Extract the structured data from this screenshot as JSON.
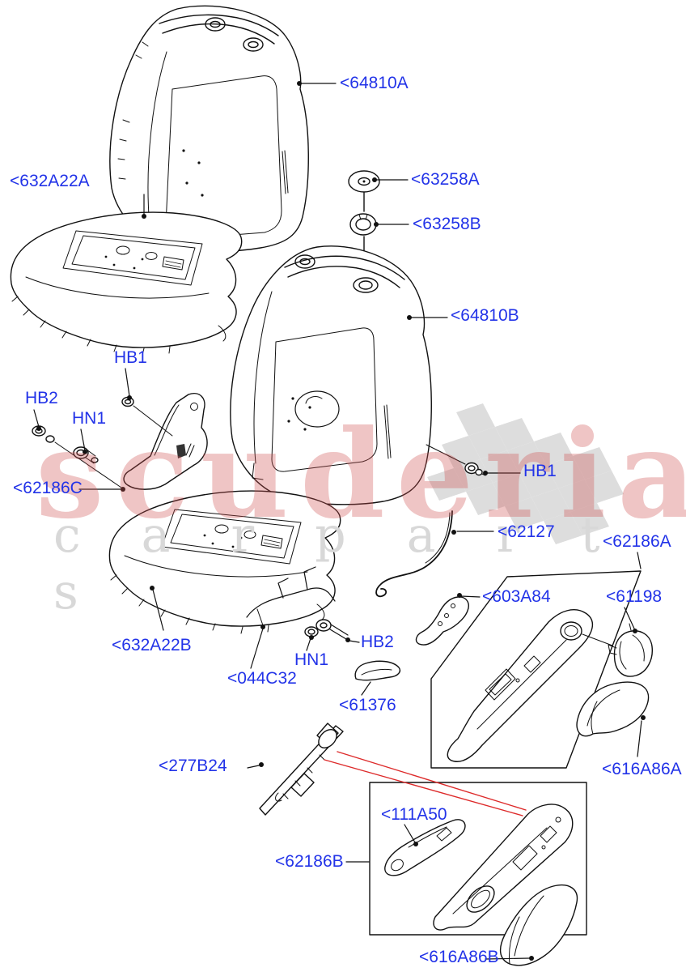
{
  "watermark": {
    "brand": "scuderia",
    "subtext": "c a r p a r t s"
  },
  "colors": {
    "label_blue": "#2233e8",
    "line": "#111111",
    "red": "#dd2a2a",
    "flag_gray": "#d9d9d9",
    "brand_pink": "rgba(206,80,80,0.33)",
    "subtext_gray": "#d8d8d8"
  },
  "labels": [
    {
      "part": "64810A",
      "text": "<64810A"
    },
    {
      "part": "632A22A",
      "text": "<632A22A"
    },
    {
      "part": "63258A",
      "text": "<63258A"
    },
    {
      "part": "63258B",
      "text": "<63258B"
    },
    {
      "part": "64810B",
      "text": "<64810B"
    },
    {
      "part": "HB1",
      "text": "HB1"
    },
    {
      "part": "HB2",
      "text": "HB2"
    },
    {
      "part": "HN1",
      "text": "HN1"
    },
    {
      "part": "62186C",
      "text": "<62186C"
    },
    {
      "part": "HB1",
      "text": "HB1"
    },
    {
      "part": "62127",
      "text": "<62127"
    },
    {
      "part": "62186A",
      "text": "<62186A"
    },
    {
      "part": "603A84",
      "text": "<603A84"
    },
    {
      "part": "61198",
      "text": "<61198"
    },
    {
      "part": "632A22B",
      "text": "<632A22B"
    },
    {
      "part": "044C32",
      "text": "<044C32"
    },
    {
      "part": "HN1",
      "text": "HN1"
    },
    {
      "part": "HB2",
      "text": "HB2"
    },
    {
      "part": "61376",
      "text": "<61376"
    },
    {
      "part": "277B24",
      "text": "<277B24"
    },
    {
      "part": "111A50",
      "text": "<111A50"
    },
    {
      "part": "62186B",
      "text": "<62186B"
    },
    {
      "part": "616A86A",
      "text": "<616A86A"
    },
    {
      "part": "616A86B",
      "text": "<616A86B"
    }
  ]
}
